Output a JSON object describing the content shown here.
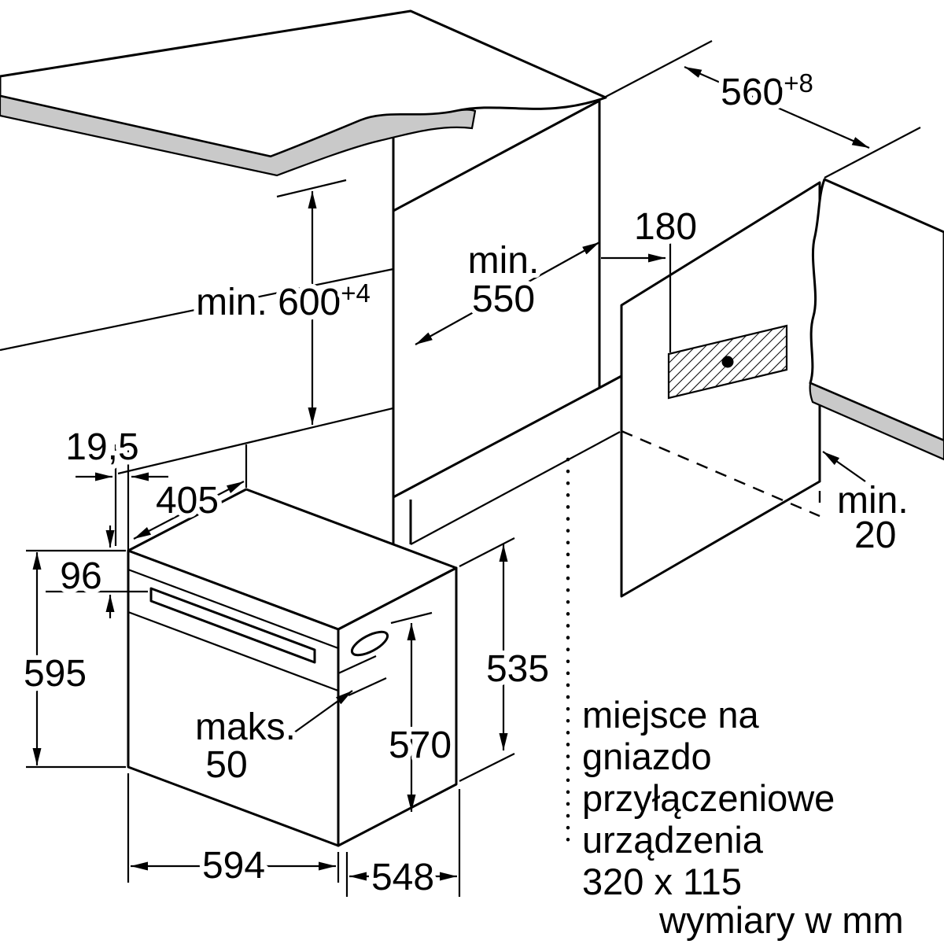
{
  "units_note": "wymiary w mm",
  "niche": {
    "width": "560",
    "width_tol": "+8",
    "height": "min. 600",
    "height_tol": "+4",
    "depth_l1": "min.",
    "depth_l2": "550",
    "socket_offset": "180",
    "rear_gap_l1": "min.",
    "rear_gap_l2": "20"
  },
  "oven": {
    "door_gap": "19,5",
    "top_depth": "405",
    "panel_height": "96",
    "total_height": "595",
    "handle_l1": "maks.",
    "handle_l2": "50",
    "front_height": "570",
    "rear_height": "535",
    "width": "594",
    "depth": "548"
  },
  "note": {
    "l1": "miejsce na",
    "l2": "gniazdo",
    "l3": "przyłączeniowe",
    "l4": "urządzenia",
    "l5": "320 x 115"
  },
  "colors": {
    "line": "#000000",
    "edge_band": "#c9c9c9",
    "background": "#ffffff"
  }
}
